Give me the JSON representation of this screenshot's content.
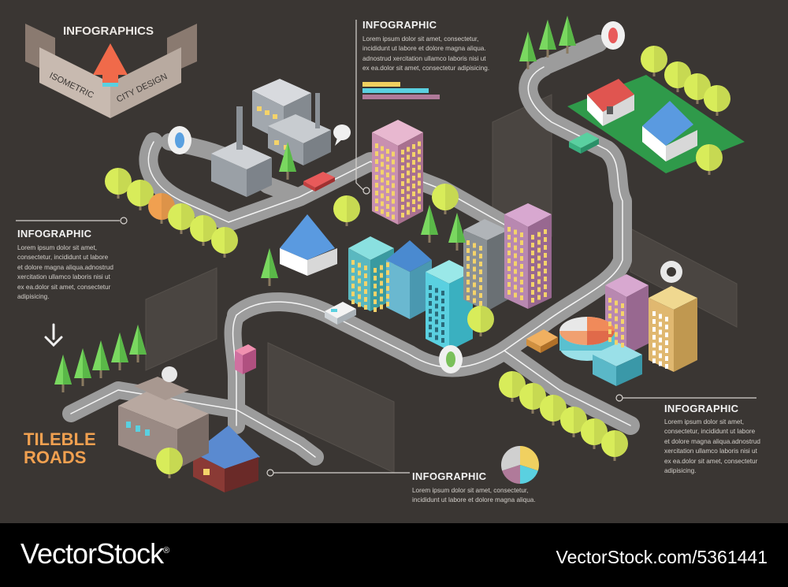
{
  "banner": {
    "title": "INFOGRAPHICS",
    "left_ribbon": "ISOMETRIC",
    "right_ribbon": "CITY DESIGN"
  },
  "blocks": {
    "top": {
      "heading": "INFOGRAPHIC",
      "body": "Lorem ipsum dolor sit amet, consectetur,\nincididunt ut labore et dolore magna aliqua.\nadnostrud xercitation ullamco laboris nisi ut\nex ea.dolor sit amet, consectetur adipisicing."
    },
    "left": {
      "heading": "INFOGRAPHIC",
      "body": "Lorem ipsum dolor sit amet,\nconsectetur, incididunt ut labore\net dolore magna aliqua.adnostrud\nxercitation ullamco laboris nisi ut\nex ea.dolor sit amet, consectetur\nadipisicing."
    },
    "right": {
      "heading": "INFOGRAPHIC",
      "body": "Lorem ipsum dolor sit amet,\nconsectetur, incididunt ut labore\net dolore magna aliqua.adnostrud\nxercitation ullamco laboris nisi ut\nex ea.dolor sit amet, consectetur\nadipisicing."
    },
    "bottom": {
      "heading": "INFOGRAPHIC",
      "body": "Lorem ipsum dolor sit amet, consectetur,\nincididunt ut labore et dolore magna aliqua."
    }
  },
  "tileble": {
    "line1": "TILEBLE",
    "line2": "ROADS"
  },
  "footer": {
    "brand": "VectorStock",
    "registered": "®",
    "image_id": "VectorStock.com/5361441"
  },
  "colors": {
    "background": "#3a3633",
    "road": "#9a9a9a",
    "accent_orange": "#f0a050",
    "pin_red": "#e85a5a",
    "pin_blue": "#5aa0e0",
    "pin_green": "#7ac05a"
  },
  "bar_graphic_colors": [
    "#f0d060",
    "#5ad0e0",
    "#b07a9a"
  ],
  "pie_graphic_colors": [
    "#f0d060",
    "#5ad0e0",
    "#b07a9a",
    "#d0d0d0"
  ]
}
